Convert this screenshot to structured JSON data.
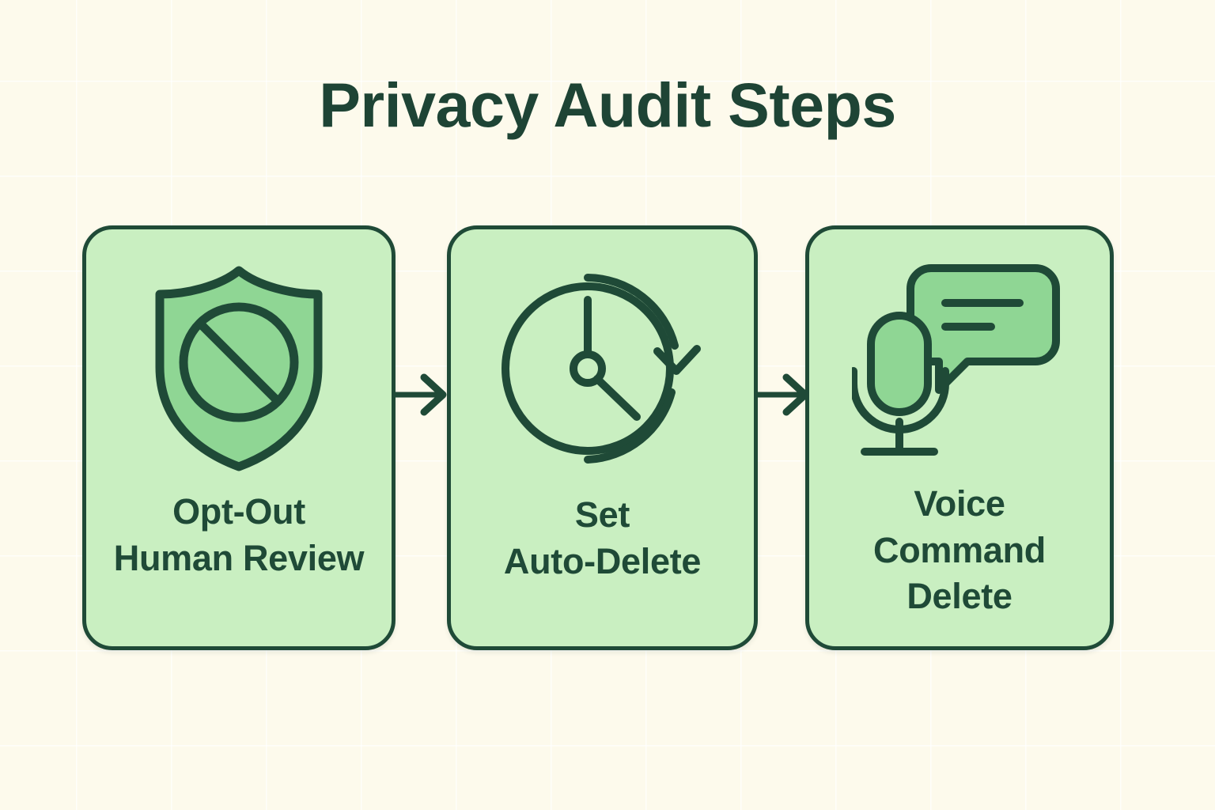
{
  "page": {
    "title": "Privacy Audit Steps",
    "background_color": "#fdfaec",
    "title_color": "#1e4435",
    "card_fill": "#c9efc1",
    "card_stroke": "#1f4a37",
    "icon_fill": "#8fd694"
  },
  "steps": [
    {
      "icon": "shield-prohibited-icon",
      "label_lines": [
        "Opt-Out",
        "Human Review"
      ],
      "label": "Opt-Out Human Review"
    },
    {
      "icon": "clock-auto-delete-icon",
      "label_lines": [
        "Set",
        "Auto-Delete"
      ],
      "label": "Set Auto-Delete"
    },
    {
      "icon": "microphone-speech-bubble-icon",
      "label_lines": [
        "Voice",
        "Command",
        "Delete"
      ],
      "label": "Voice Command Delete"
    }
  ],
  "connectors": [
    {
      "icon": "arrow-right-icon",
      "from": "Opt-Out Human Review",
      "to": "Set Auto-Delete"
    },
    {
      "icon": "arrow-right-icon",
      "from": "Set Auto-Delete",
      "to": "Voice Command Delete"
    }
  ]
}
